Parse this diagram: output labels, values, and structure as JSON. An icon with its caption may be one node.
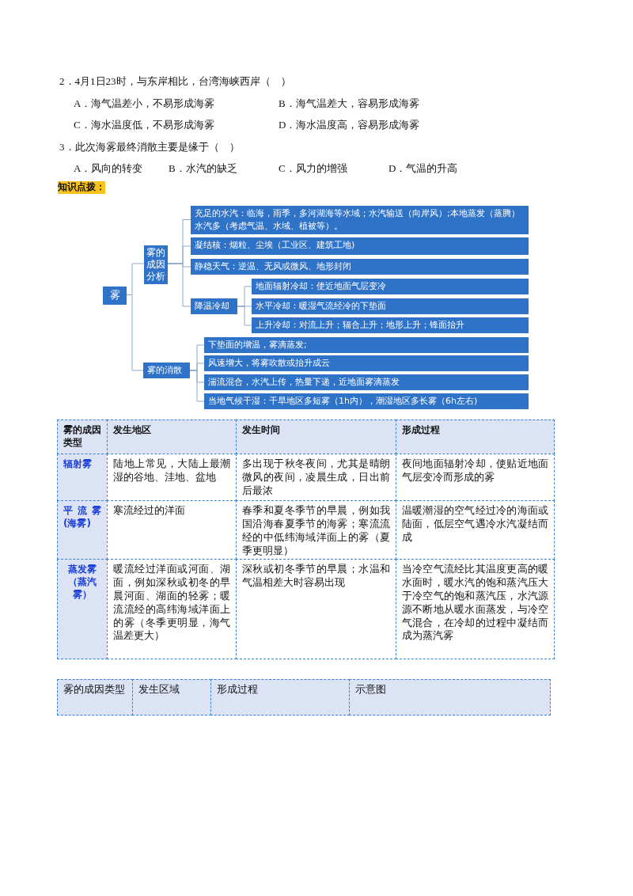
{
  "diagram": {
    "nodes": [
      {
        "text": [
          "雾"
        ]
      },
      {
        "text": [
          "雾的成因分析"
        ]
      },
      {
        "text": [
          "充足的水汽：临海，雨季，多河湖海等水域；水汽输送（向岸风）;本地蒸发（蒸腾）水汽多（考虑气温、水域、植被等）。"
        ]
      },
      {
        "text": [
          "凝结核：烟粒、尘埃（工业区、建筑工地)"
        ]
      },
      {
        "text": [
          "静稳天气：逆温、无风或微风、地形封闭"
        ]
      },
      {
        "text": [
          "降温冷却"
        ]
      },
      {
        "text": [
          "地面辐射冷却：使近地面气层变冷"
        ]
      },
      {
        "text": [
          "水平冷却：暖湿气流经冷的下垫面"
        ]
      },
      {
        "text": [
          "上升冷却：对流上升；辐合上升；地形上升；锋面抬升"
        ]
      },
      {
        "text": [
          "雾的消散"
        ]
      },
      {
        "text": [
          "下垫面的增温，雾滴蒸发;"
        ]
      },
      {
        "text": [
          "风速增大，将雾吹散或抬升成云"
        ]
      },
      {
        "text": [
          "湍流混合，水汽上传，热量下递，近地面雾滴蒸发"
        ]
      },
      {
        "text": [
          "当地气候干湿：干旱地区多短雾（1h内），潮湿地区多长雾（6h左右)"
        ]
      }
    ],
    "edges": [
      {
        "from": 0,
        "to": 1,
        "arrow": "none"
      },
      {
        "from": 0,
        "to": 9,
        "arrow": "none"
      },
      {
        "from": 1,
        "to": 2,
        "arrow": "none"
      },
      {
        "from": 1,
        "to": 3,
        "arrow": "none"
      },
      {
        "from": 1,
        "to": 4,
        "arrow": "none"
      },
      {
        "from": 1,
        "to": 5,
        "arrow": "none"
      },
      {
        "from": 5,
        "to": 6,
        "arrow": "none"
      },
      {
        "from": 5,
        "to": 7,
        "arrow": "none"
      },
      {
        "from": 5,
        "to": 8,
        "arrow": "none"
      },
      {
        "from": 9,
        "to": 10,
        "arrow": "none"
      },
      {
        "from": 9,
        "to": 11,
        "arrow": "none"
      },
      {
        "from": 9,
        "to": 12,
        "arrow": "none"
      },
      {
        "from": 9,
        "to": 13,
        "arrow": "none"
      }
    ],
    "labels": [
      "2．4月1日23时，与东岸相比，台湾海峡西岸（　）",
      "A．海气温差小，不易形成海雾",
      "B．海气温差大，容易形成海雾",
      "C．海水温度低，不易形成海雾",
      "D．海水温度高，容易形成海雾",
      "3．此次海雾最终消散主要是缘于（　）",
      "A．风向的转变",
      "B．水汽的缺乏",
      "C．风力的增强",
      "D．气温的升高",
      "知识点拨：",
      "雾的成因类型",
      "发生地区",
      "发生时间",
      "形成过程",
      "辐射雾",
      "陆地上常见，大陆上最潮湿的谷地、洼地、盆地",
      "多出现于秋冬夜间，尤其是晴朗微风的夜间，凌晨生成，日出前后最浓",
      "夜间地面辐射冷却，使贴近地面气层变冷而形成的雾",
      "平流雾(海雾)",
      "寒流经过的洋面",
      "春季和夏冬季节的早晨，例如我国沿海春夏季节的海雾；寒流流经的中低纬海域洋面上的雾（夏季更明显）",
      "温暖潮湿的空气经过冷的海面或陆面，低层空气遇冷水汽凝结而成",
      "蒸发雾（蒸汽雾）",
      "暖流经过洋面或河面、湖面，例如深秋或初冬的早晨河面、湖面的轻雾；暖流流经的高纬海域洋面上的雾（冬季更明显，海气温差更大）",
      "深秋或初冬季节的早晨；水温和气温相差大时容易出现",
      "当冷空气流经比其温度更高的暖水面时，暖水汽的饱和蒸汽压大于冷空气的饱和蒸汽压，水汽源源不断地从暖水面蒸发，与冷空气混合，在冷却的过程中凝结而成为蒸汽雾",
      "雾的成因类型",
      "发生区域",
      "形成过程",
      "示意图"
    ]
  }
}
